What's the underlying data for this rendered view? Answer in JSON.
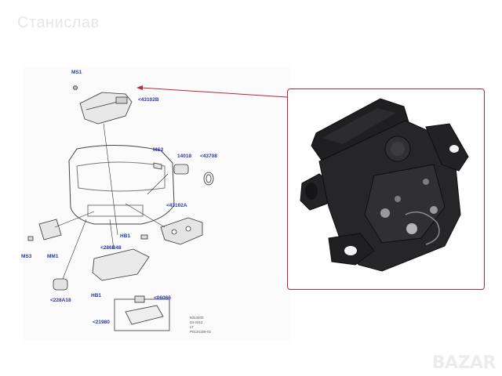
{
  "watermark": {
    "text": "Станислав"
  },
  "logo": {
    "text": "BAZAR"
  },
  "labels": {
    "ms1": "MS1",
    "p43102b": "<43102B",
    "ms2": "MS2",
    "p14018": "14018",
    "p43708": "<43708",
    "p43102a": "<43102A",
    "hb1a": "HB1",
    "p286b48": "<286B48",
    "ms3": "MS3",
    "mm1": "MM1",
    "p228a18": "<228A18",
    "hb1b": "HB1",
    "p06066": "<06066",
    "p21980": "<21980"
  },
  "reference": {
    "line1": "5013400",
    "line2": "03-2012",
    "line3": "LT",
    "line4": "P0134159-02"
  },
  "colors": {
    "label_blue": "#2a37a8",
    "frame_red": "#c2233a",
    "arrow_red": "#c2233a"
  }
}
